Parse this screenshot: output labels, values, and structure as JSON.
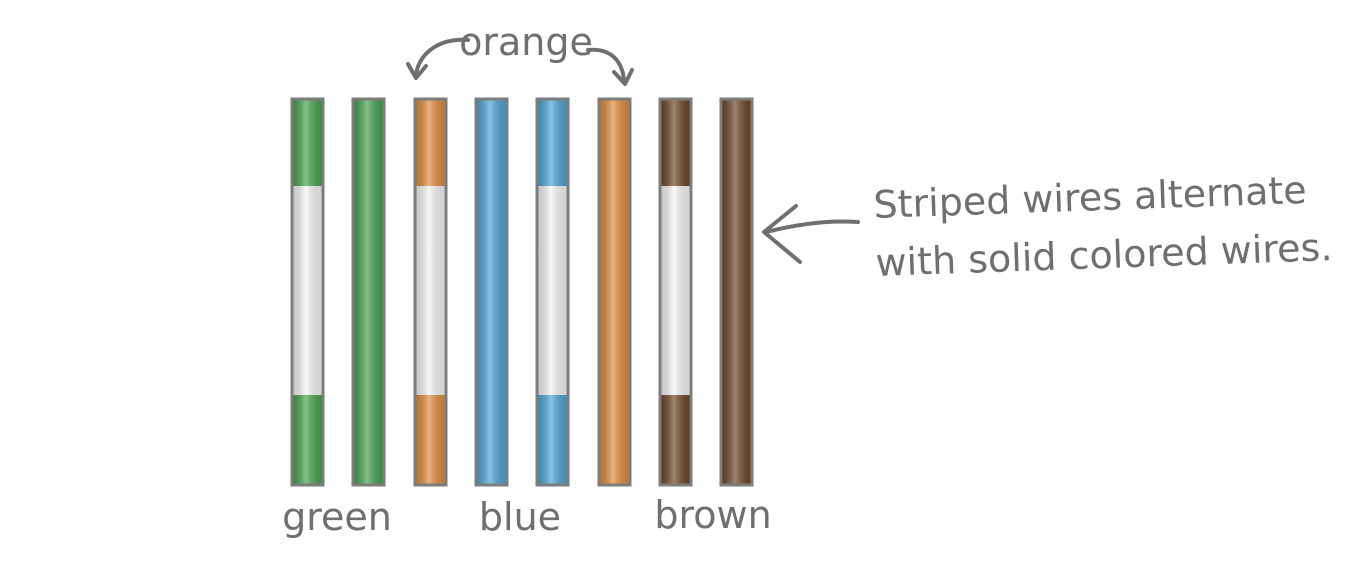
{
  "labels": {
    "orange": "orange",
    "green": "green",
    "blue": "blue",
    "brown": "brown"
  },
  "annotation": {
    "line1": "Striped wires alternate",
    "line2": "with solid colored wires."
  },
  "colors": {
    "green": "#43a04b",
    "orange": "#e08a3a",
    "blue": "#4aa3d6",
    "brown": "#6b4322",
    "white": "#f4f4f4",
    "outline": "#7d7d7d",
    "text": "#6f6f6f"
  },
  "wires": [
    {
      "color": "green",
      "striped": true
    },
    {
      "color": "green",
      "striped": false
    },
    {
      "color": "orange",
      "striped": true
    },
    {
      "color": "blue",
      "striped": false
    },
    {
      "color": "blue",
      "striped": true
    },
    {
      "color": "orange",
      "striped": false
    },
    {
      "color": "brown",
      "striped": true
    },
    {
      "color": "brown",
      "striped": false
    }
  ]
}
